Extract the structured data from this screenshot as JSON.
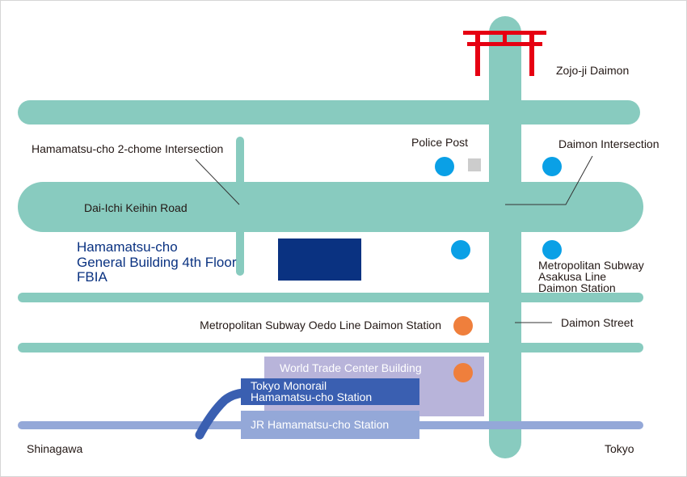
{
  "labels": {
    "zojoji": "Zojo-ji Daimon",
    "intersection_2chome": "Hamamatsu-cho 2-chome Intersection",
    "police_post": "Police Post",
    "daimon_intersection": "Daimon Intersection",
    "keihin_road": "Dai-Ichi Keihin Road",
    "building_line1": "Hamamatsu-cho",
    "building_line2": "General Building 4th Floor",
    "building_line3": "FBIA",
    "asakusa_line1": "Metropolitan Subway",
    "asakusa_line2": "Asakusa Line",
    "asakusa_line3": "Daimon Station",
    "oedo_station": "Metropolitan Subway Oedo Line Daimon Station",
    "daimon_street": "Daimon Street",
    "wtc": "World Trade Center Building",
    "monorail_line1": "Tokyo Monorail",
    "monorail_line2": "Hamamatsu-cho Station",
    "jr_station": "JR Hamamatsu-cho Station",
    "shinagawa": "Shinagawa",
    "tokyo": "Tokyo"
  },
  "colors": {
    "road": "#88cbbf",
    "building": "#0a3281",
    "asakusa_marker": "#0aa0e6",
    "oedo_marker": "#ef7f3c",
    "police": "#cccccc",
    "torii": "#e60012",
    "wtc": "#b8b4da",
    "monorail": "#3a5fb1",
    "jr": "#94a8d8"
  }
}
